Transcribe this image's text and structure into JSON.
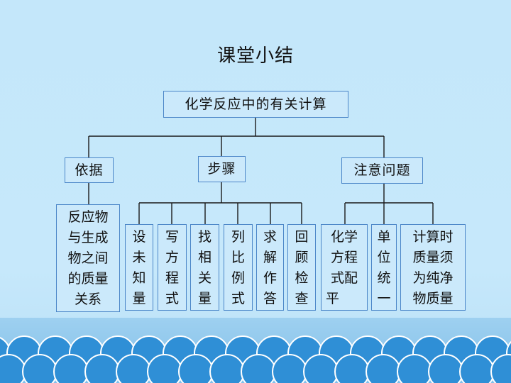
{
  "title": "课堂小结",
  "root": "化学反应中的有关计算",
  "branches": {
    "basis": "依据",
    "steps": "步骤",
    "notes": "注意问题"
  },
  "basis_detail": [
    "反应物",
    "与生成",
    "物之间",
    "的质量",
    "关系"
  ],
  "step_items": [
    [
      "设",
      "未",
      "知",
      "量"
    ],
    [
      "写",
      "方",
      "程",
      "式"
    ],
    [
      "找",
      "相",
      "关",
      "量"
    ],
    [
      "列",
      "比",
      "例",
      "式"
    ],
    [
      "求",
      "解",
      "作",
      "答"
    ],
    [
      "回",
      "顾",
      "检",
      "查"
    ]
  ],
  "note_items": [
    [
      "化学",
      "方程",
      "式配",
      "平"
    ],
    [
      "单",
      "位",
      "统",
      "一"
    ],
    [
      "计算时",
      "质量须",
      "为纯净",
      "物质量"
    ]
  ],
  "colors": {
    "background": "#c4e7fa",
    "box_border": "#4b86c8",
    "connector": "#1a1a1a",
    "floor": "#9ed0f0",
    "arches": "#2f8fd6"
  }
}
